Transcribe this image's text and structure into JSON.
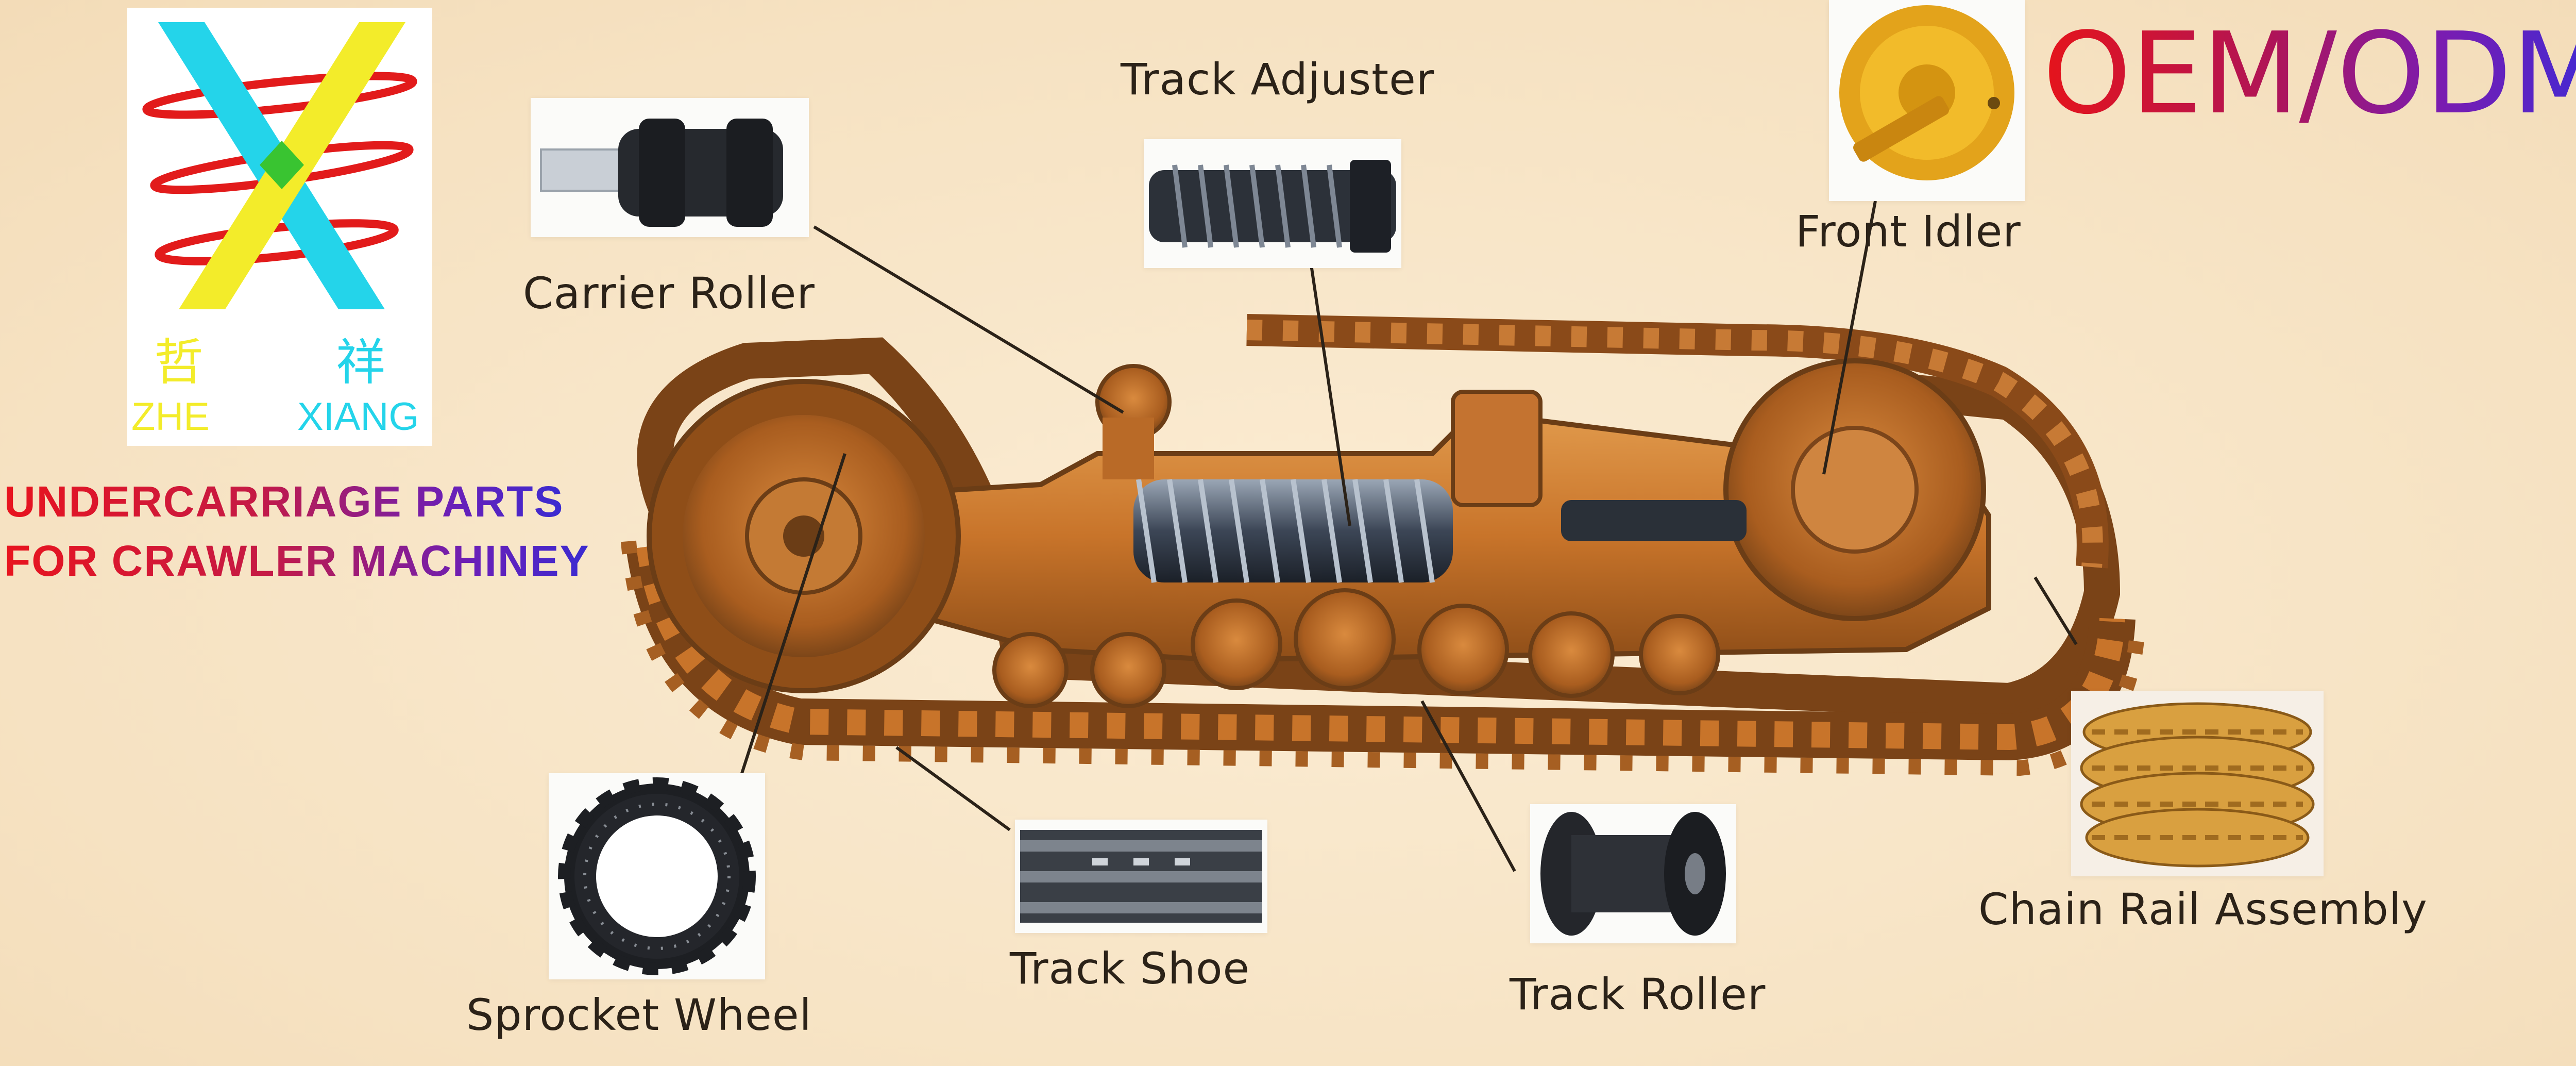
{
  "logo": {
    "cn_left": "哲",
    "cn_right": "祥",
    "en_left": "ZHE",
    "en_right": "XIANG"
  },
  "headline": {
    "line1": "UNDERCARRIAGE  PARTS",
    "line2": "FOR CRAWLER MACHINEY"
  },
  "oem_text": "OEM/ODM",
  "parts": {
    "carrier_roller": "Carrier Roller",
    "track_adjuster": "Track Adjuster",
    "front_idler": "Front Idler",
    "chain_rail_assembly": "Chain Rail Assembly",
    "track_roller": "Track Roller",
    "track_shoe": "Track Shoe",
    "sprocket_wheel": "Sprocket Wheel"
  },
  "colors": {
    "background": "#f8e6c9",
    "machine_orange": "#c8742a",
    "machine_dark": "#6b3d16",
    "headline_red": "#e8141e",
    "headline_purple": "#5a22c0",
    "logo_cyan": "#24d4ea",
    "logo_yellow": "#f3ec2a",
    "logo_red": "#e21b1b",
    "metal_black": "#24262b"
  },
  "icons": [
    "logo-x-icon",
    "carrier-roller-icon",
    "track-adjuster-icon",
    "front-idler-icon",
    "chain-rail-icon",
    "track-roller-icon",
    "track-shoe-icon",
    "sprocket-wheel-icon",
    "undercarriage-illustration"
  ]
}
